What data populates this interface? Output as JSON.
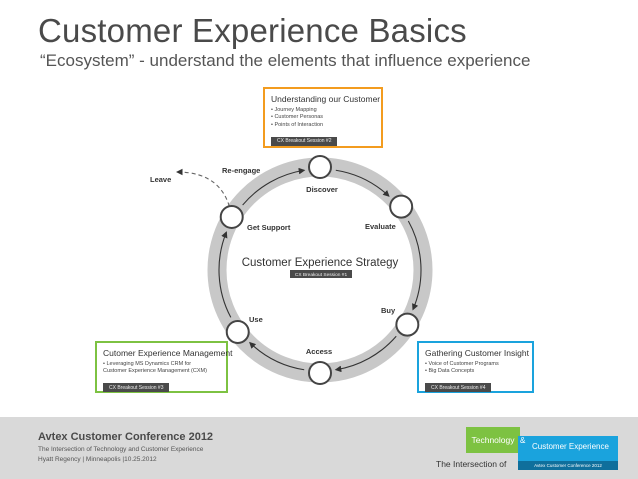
{
  "slide": {
    "title": "Customer Experience Basics",
    "subtitle": "“Ecosystem” - understand the elements that influence experience"
  },
  "diagram": {
    "center_label": "Customer Experience Strategy",
    "center_tag": "CX Breakout Session #1",
    "stages": [
      "Discover",
      "Evaluate",
      "Buy",
      "Access",
      "Use",
      "Get Support",
      "Re-engage",
      "Leave"
    ],
    "box_top": {
      "title": "Understanding our Customer",
      "items": [
        "• Journey Mapping",
        "• Customer Personas",
        "• Points of Interaction"
      ],
      "tag": "CX Breakout Session #2",
      "color": "#f39c1f"
    },
    "box_left": {
      "title": "Cutomer Experience Management",
      "items": [
        "• Leveraging MS Dynamics CRM for",
        "  Customer Experience Management (CXM)"
      ],
      "tag": "CX Breakout Session #3",
      "color": "#7dc242"
    },
    "box_right": {
      "title": "Gathering Customer Insight",
      "items": [
        "• Voice of Customer Programs",
        "• Big Data Concepts"
      ],
      "tag": "CX Breakout Session #4",
      "color": "#1aa3dd"
    }
  },
  "footer": {
    "conference": "Avtex Customer Conference 2012",
    "line1": "The Intersection of Technology and Customer Experience",
    "line2": "Hyatt Regency | Minneapolis |10.25.2012",
    "logo_technology": "Technology",
    "logo_amp": "&",
    "logo_cx": "Customer Experience",
    "logo_sub": "Avtex Customer Conference 2012",
    "logo_intersection": "The Intersection of"
  }
}
